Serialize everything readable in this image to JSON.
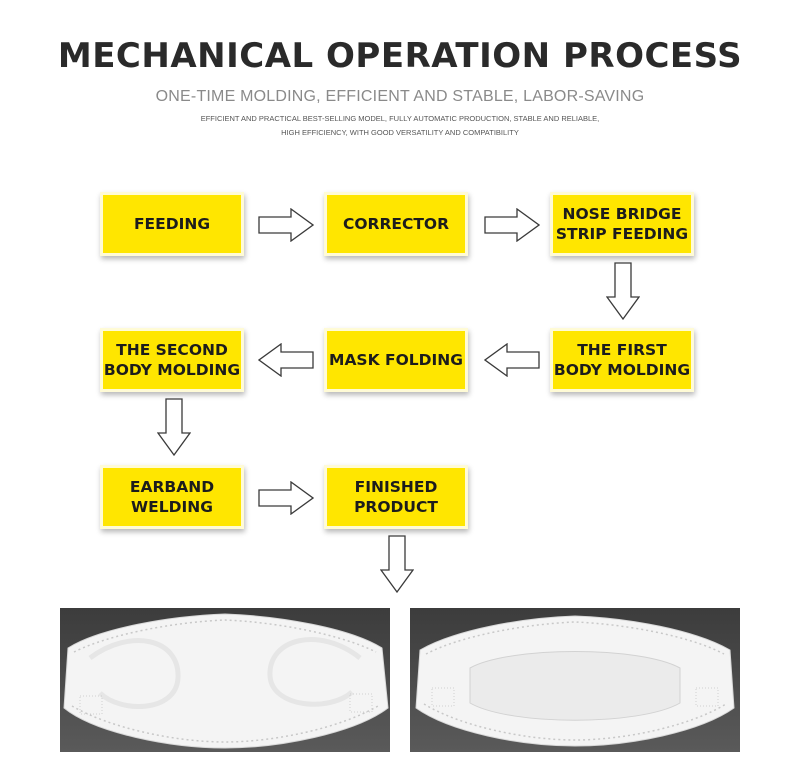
{
  "header": {
    "title": "MECHANICAL OPERATION PROCESS",
    "subtitle": "ONE-TIME MOLDING, EFFICIENT AND STABLE, LABOR-SAVING",
    "desc_line1": "EFFICIENT AND PRACTICAL BEST-SELLING MODEL, FULLY AUTOMATIC PRODUCTION, STABLE AND RELIABLE,",
    "desc_line2": "HIGH EFFICIENCY, WITH GOOD VERSATILITY AND COMPATIBILITY"
  },
  "steps": {
    "feeding": "FEEDING",
    "corrector": "CORRECTOR",
    "nose_bridge": "NOSE BRIDGE\nSTRIP FEEDING",
    "first_body": "THE FIRST\nBODY MOLDING",
    "mask_folding": "MASK FOLDING",
    "second_body": "THE SECOND\nBODY MOLDING",
    "earband": "EARBAND\nWELDING",
    "finished": "FINISHED\nPRODUCT"
  },
  "colors": {
    "step_fill": "#ffe600",
    "step_border": "#fffbd6",
    "title": "#2a2a2a",
    "subtitle": "#8a8a8a",
    "photo_bg": "#444444",
    "mask": "#f4f4f4"
  },
  "icons": {
    "arrow_right": "arrow-right-icon",
    "arrow_left": "arrow-left-icon",
    "arrow_down": "arrow-down-icon"
  }
}
